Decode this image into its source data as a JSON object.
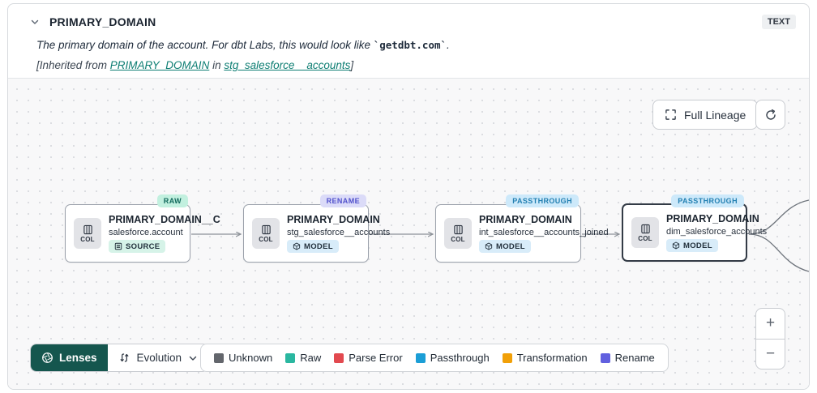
{
  "header": {
    "title": "PRIMARY_DOMAIN",
    "type_badge": "TEXT",
    "description_prefix": "The primary domain of the account. For dbt Labs, this would look like ",
    "description_code": "`getdbt.com`",
    "description_suffix": ".",
    "inherited_prefix": "[Inherited from ",
    "inherited_link1": "PRIMARY_DOMAIN",
    "inherited_mid": " in ",
    "inherited_link2": "stg_salesforce__accounts",
    "inherited_suffix": "]"
  },
  "controls": {
    "full_lineage_label": "Full Lineage",
    "zoom_in_label": "+",
    "zoom_out_label": "−"
  },
  "nodes": [
    {
      "title": "PRIMARY_DOMAIN__C",
      "subtitle": "salesforce.account",
      "kind_label": "SOURCE",
      "chip_label": "COL",
      "corner_badge": "RAW"
    },
    {
      "title": "PRIMARY_DOMAIN",
      "subtitle": "stg_salesforce__accounts",
      "kind_label": "MODEL",
      "chip_label": "COL",
      "corner_badge": "RENAME"
    },
    {
      "title": "PRIMARY_DOMAIN",
      "subtitle": "int_salesforce__accounts_joined",
      "kind_label": "MODEL",
      "chip_label": "COL",
      "corner_badge": "PASSTHROUGH"
    },
    {
      "title": "PRIMARY_DOMAIN",
      "subtitle": "dim_salesforce_accounts",
      "kind_label": "MODEL",
      "chip_label": "COL",
      "corner_badge": "PASSTHROUGH",
      "selected": true
    }
  ],
  "toolbar": {
    "lenses_label": "Lenses",
    "lens_selected": "Evolution"
  },
  "legend": [
    {
      "label": "Unknown",
      "color": "#63666c"
    },
    {
      "label": "Raw",
      "color": "#2ab7a0"
    },
    {
      "label": "Parse Error",
      "color": "#e2494f"
    },
    {
      "label": "Passthrough",
      "color": "#1b9ed6"
    },
    {
      "label": "Transformation",
      "color": "#f1a008"
    },
    {
      "label": "Rename",
      "color": "#6160df"
    }
  ],
  "colors": {
    "link_teal": "#0c7d72",
    "lenses_bg": "#15564e",
    "raw_badge_bg": "#c2f0df",
    "rename_badge_bg": "#dbdbf8",
    "passthrough_badge_bg": "#cde9fa",
    "edge": "#8b9097"
  }
}
